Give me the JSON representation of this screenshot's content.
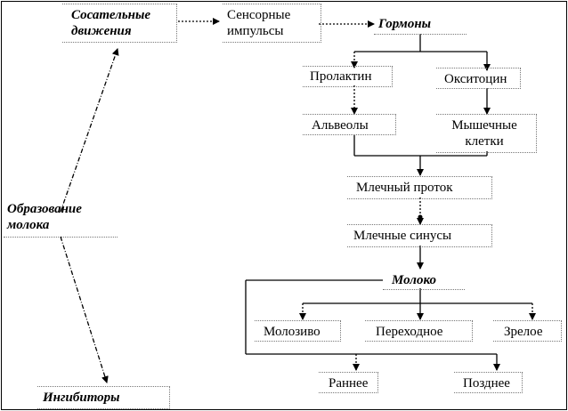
{
  "nodes": {
    "sucking_line1": "Сосательные",
    "sucking_line2": "движения",
    "sensory_line1": "Сенсорные",
    "sensory_line2": "импульсы",
    "hormones": "Гормоны",
    "prolactin": "Пролактин",
    "oxytocin": "Окситоцин",
    "alveoli": "Альвеолы",
    "muscle_line1": "Мышечные",
    "muscle_line2": "клетки",
    "milk_duct": "Млечный проток",
    "milk_sinuses": "Млечные синусы",
    "milk": "Молоко",
    "colostrum": "Молозиво",
    "transitional": "Переходное",
    "mature": "Зрелое",
    "early": "Раннее",
    "late": "Позднее",
    "formation_line1": "Образование",
    "formation_line2": "молока",
    "inhibitors": "Ингибиторы"
  }
}
